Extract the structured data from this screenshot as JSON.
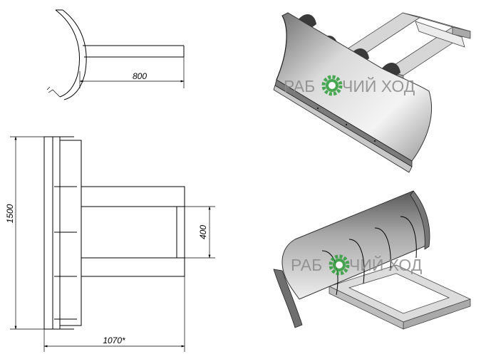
{
  "dimensions": {
    "top_depth": "800",
    "height": "1500",
    "width": "1070*",
    "frame_width": "400"
  },
  "watermark": {
    "text_left": "РАБ",
    "text_right": "ЧИЙ ХОД",
    "color": "#8a8a8a",
    "gear_color": "#2f9e3a"
  },
  "colors": {
    "line": "#000000",
    "metal_light": "#e8e8e8",
    "metal_dark": "#8c8c8c",
    "frame": "#d6d6d6"
  }
}
